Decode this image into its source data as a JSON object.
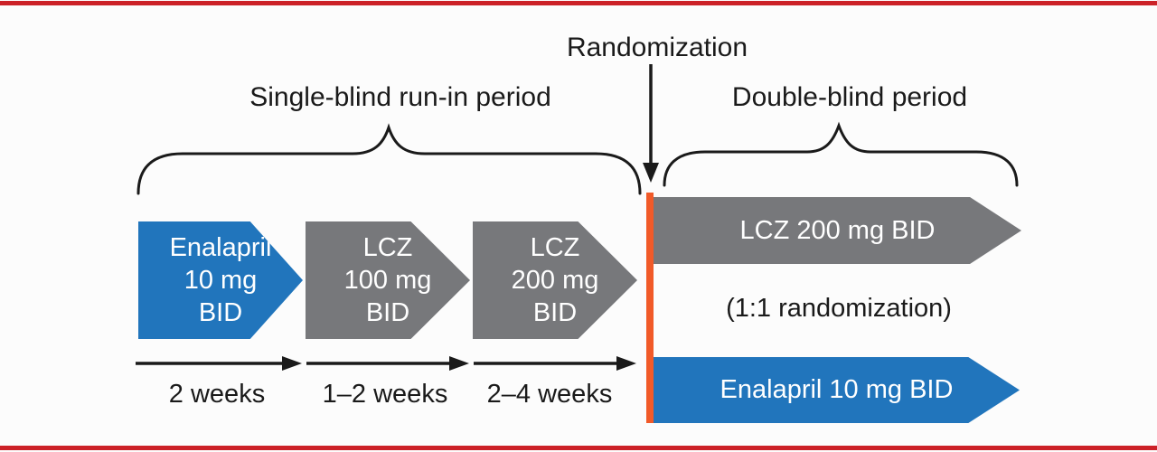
{
  "colors": {
    "blue": "#2175bc",
    "gray": "#77787b",
    "orange": "#f15a29",
    "red": "#cc2127",
    "text": "#1a1a1a"
  },
  "header": {
    "randomization_label": "Randomization"
  },
  "periods": {
    "run_in": {
      "label": "Single-blind run-in period"
    },
    "double_blind": {
      "label": "Double-blind period"
    }
  },
  "run_in": {
    "arrows": [
      {
        "lines": [
          "Enalapril",
          "10 mg",
          "BID"
        ],
        "color": "blue",
        "duration": "2 weeks"
      },
      {
        "lines": [
          "LCZ",
          "100 mg",
          "BID"
        ],
        "color": "gray",
        "duration": "1–2 weeks"
      },
      {
        "lines": [
          "LCZ",
          "200 mg",
          "BID"
        ],
        "color": "gray",
        "duration": "2–4 weeks"
      }
    ]
  },
  "double_blind": {
    "note": "(1:1 randomization)",
    "arms": [
      {
        "label": "LCZ 200 mg BID",
        "color": "gray"
      },
      {
        "label": "Enalapril 10 mg BID",
        "color": "blue"
      }
    ]
  }
}
